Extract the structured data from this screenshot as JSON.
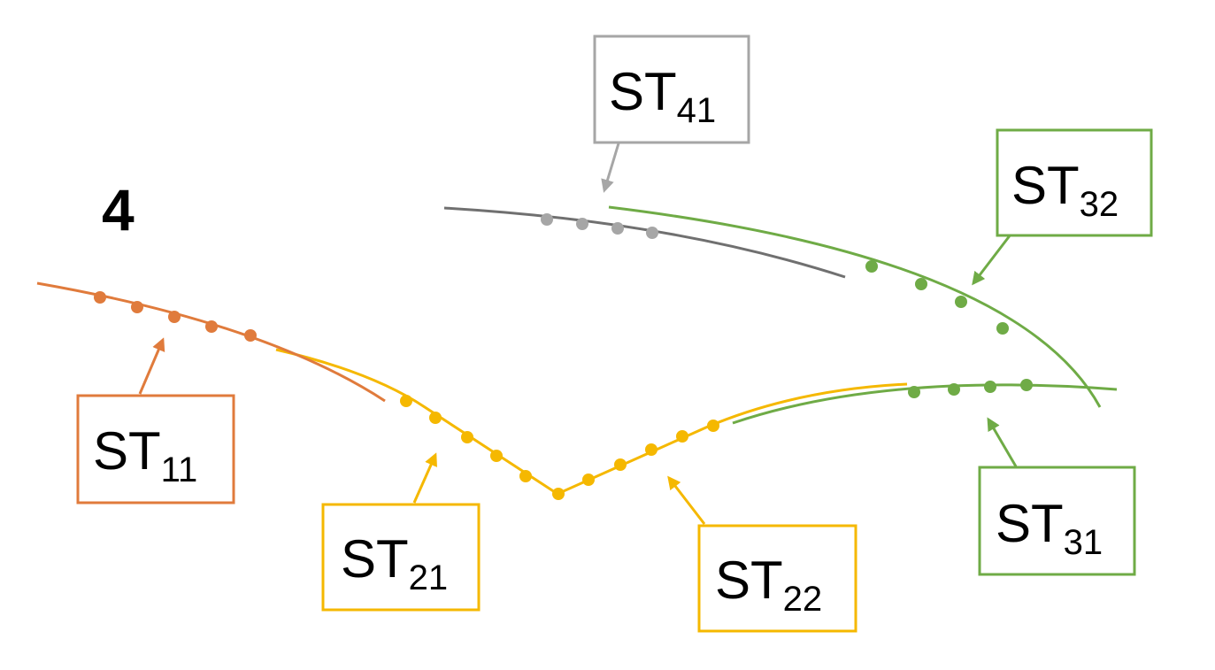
{
  "panel_number": "4",
  "colors": {
    "orange": "#E07B3C",
    "yellow": "#F5B800",
    "green": "#6FAB46",
    "dark_gray": "#707070",
    "light_gray": "#A6A6A6"
  },
  "labels": [
    {
      "id": "st11",
      "base": "ST",
      "sub": "11",
      "color": "orange"
    },
    {
      "id": "st21",
      "base": "ST",
      "sub": "21",
      "color": "yellow"
    },
    {
      "id": "st22",
      "base": "ST",
      "sub": "22",
      "color": "yellow"
    },
    {
      "id": "st31",
      "base": "ST",
      "sub": "31",
      "color": "green"
    },
    {
      "id": "st32",
      "base": "ST",
      "sub": "32",
      "color": "green"
    },
    {
      "id": "st41",
      "base": "ST",
      "sub": "41",
      "color": "light_gray"
    }
  ]
}
